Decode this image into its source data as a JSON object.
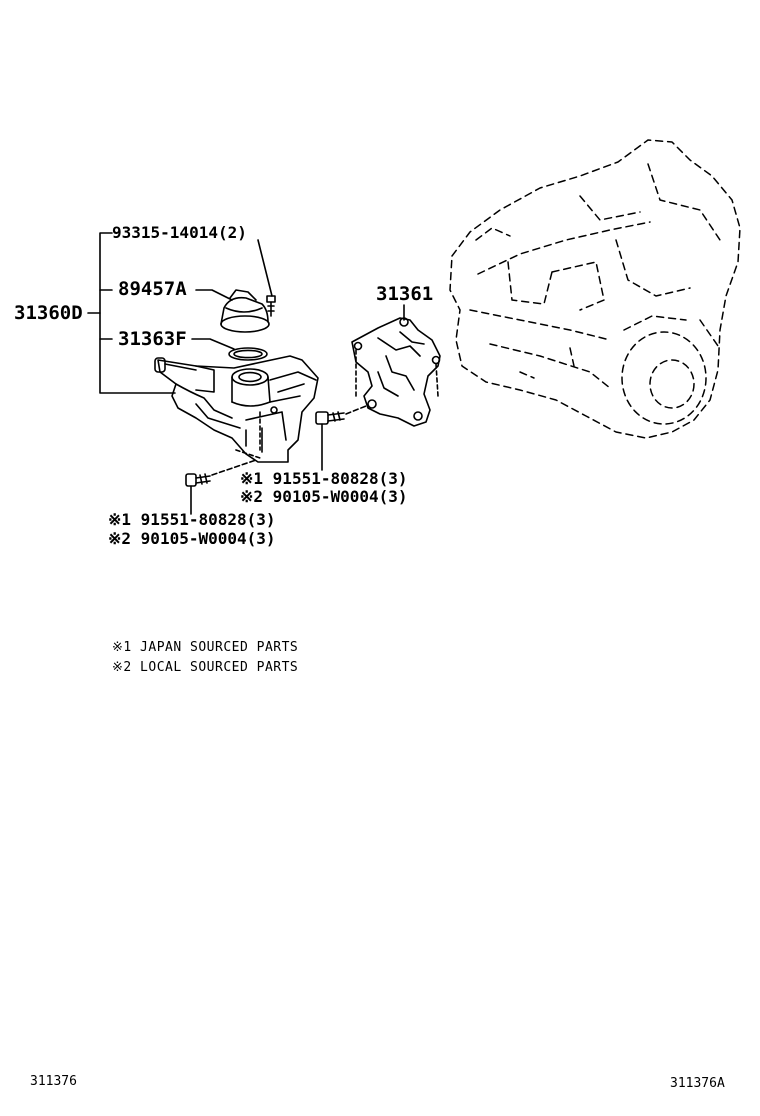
{
  "callouts": {
    "assembly": "31360D",
    "bolt_top": "93315-14014(2)",
    "cover": "89457A",
    "gasket": "31363F",
    "bracket": "31361",
    "right_bolt_1": "※1 91551-80828(3)",
    "right_bolt_2": "※2 90105-W0004(3)",
    "left_bolt_1": "※1 91551-80828(3)",
    "left_bolt_2": "※2 90105-W0004(3)"
  },
  "notes": [
    "※1  JAPAN SOURCED PARTS",
    "※2  LOCAL SOURCED PARTS"
  ],
  "footer": {
    "left_code": "311376",
    "right_code": "311376A"
  }
}
